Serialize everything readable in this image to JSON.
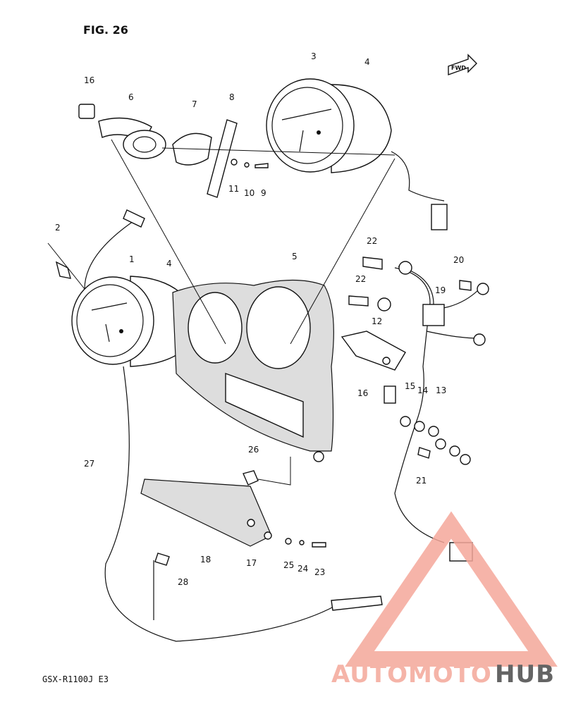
{
  "figure": {
    "title": "FIG. 26",
    "model": "GSX-R1100J  E3",
    "fwd": "FWD"
  },
  "watermark": {
    "text_a": "AUTOMOTO",
    "text_b": "HUB",
    "color_a": "#f4a79a",
    "color_b": "#4a4a4a"
  },
  "callouts": [
    {
      "n": "1"
    },
    {
      "n": "2"
    },
    {
      "n": "3"
    },
    {
      "n": "4"
    },
    {
      "n": "4"
    },
    {
      "n": "5"
    },
    {
      "n": "6"
    },
    {
      "n": "7"
    },
    {
      "n": "8"
    },
    {
      "n": "9"
    },
    {
      "n": "10"
    },
    {
      "n": "11"
    },
    {
      "n": "12"
    },
    {
      "n": "13"
    },
    {
      "n": "14"
    },
    {
      "n": "15"
    },
    {
      "n": "16"
    },
    {
      "n": "16"
    },
    {
      "n": "17"
    },
    {
      "n": "18"
    },
    {
      "n": "19"
    },
    {
      "n": "20"
    },
    {
      "n": "21"
    },
    {
      "n": "22"
    },
    {
      "n": "22"
    },
    {
      "n": "23"
    },
    {
      "n": "24"
    },
    {
      "n": "25"
    },
    {
      "n": "26"
    },
    {
      "n": "27"
    },
    {
      "n": "28"
    }
  ]
}
